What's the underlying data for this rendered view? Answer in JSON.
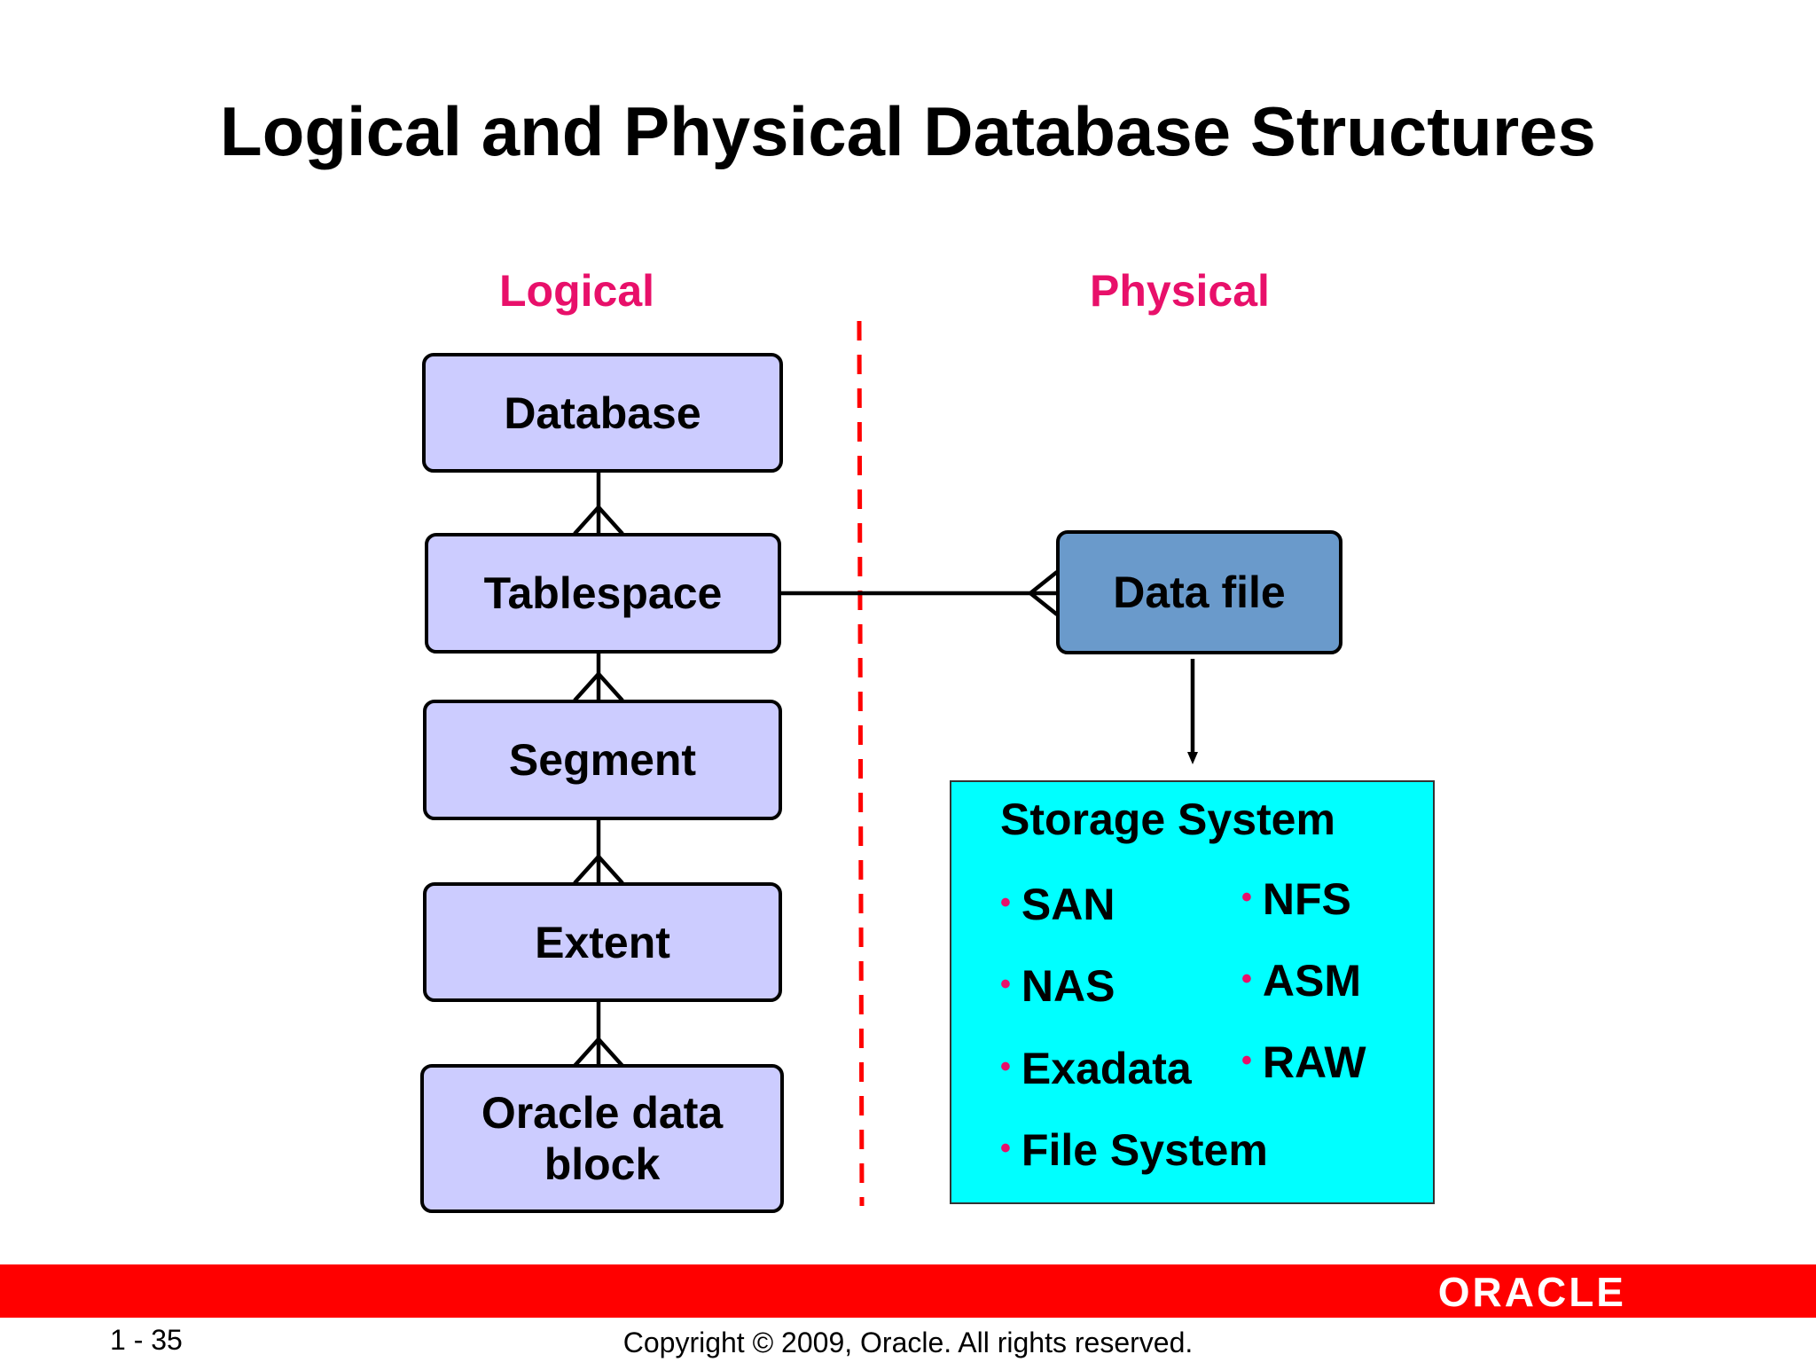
{
  "title": "Logical and Physical Database Structures",
  "logical_heading": "Logical",
  "physical_heading": "Physical",
  "logical_boxes": {
    "database": "Database",
    "tablespace": "Tablespace",
    "segment": "Segment",
    "extent": "Extent",
    "block_line1": "Oracle data",
    "block_line2": "block"
  },
  "data_file": "Data file",
  "storage": {
    "title": "Storage System",
    "items": [
      "SAN",
      "NAS",
      "Exadata",
      "File System",
      "NFS",
      "ASM",
      "RAW"
    ]
  },
  "bullet": "•",
  "footer": {
    "page": "1 - 35",
    "copyright": "Copyright © 2009, Oracle. All rights reserved.",
    "logo": "ORACLE"
  },
  "colors": {
    "heading": "#e8106a",
    "logical_box_fill": "#ccccff",
    "data_file_fill": "#6a9acb",
    "storage_fill": "#00ffff",
    "divider": "#ff0000",
    "footer_bar": "#ff0000"
  }
}
